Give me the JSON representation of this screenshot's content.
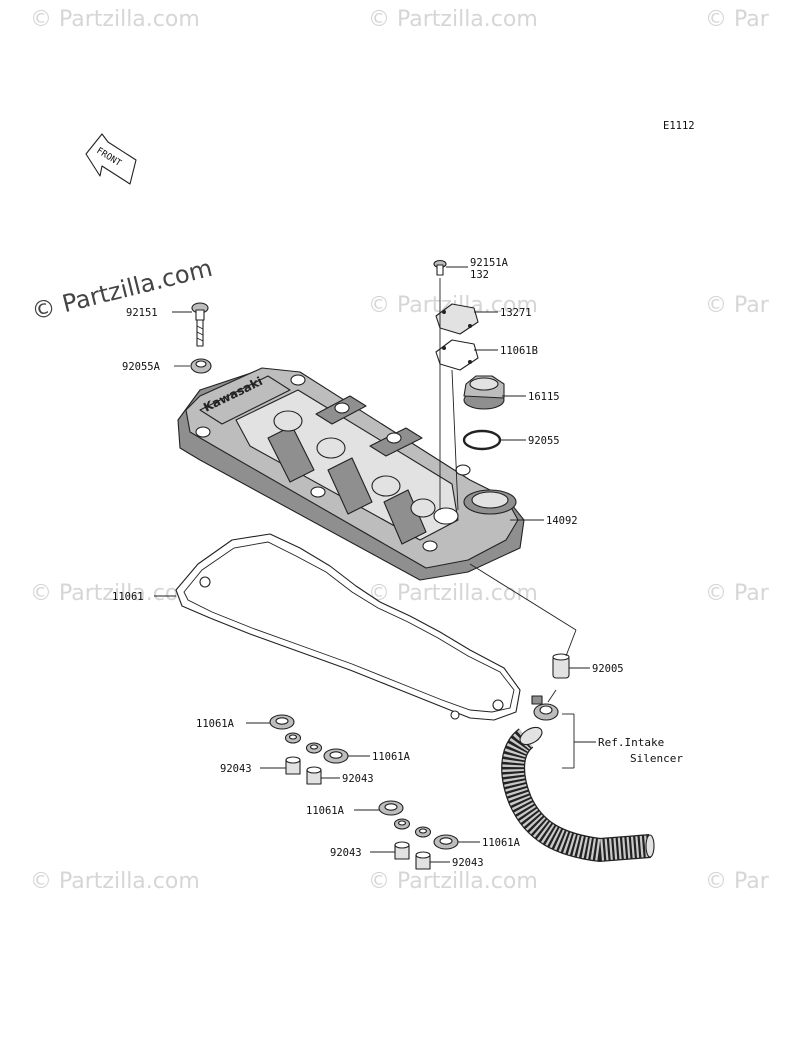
{
  "diagram_code": "E1112",
  "front_arrow_label": "FRONT",
  "brand_mark": "Kawasaki",
  "watermark": "© Partzilla.com",
  "watermark_short": "© Par",
  "labels": {
    "p92151A": "92151A",
    "p132": "132",
    "p13271": "13271",
    "p11061B": "11061B",
    "p16115": "16115",
    "p92055": "92055",
    "p14092": "14092",
    "p92151": "92151",
    "p92055A": "92055A",
    "p11061": "11061",
    "p92005": "92005",
    "ref_line1": "Ref.Intake",
    "ref_line2": "Silencer",
    "p11061A_1": "11061A",
    "p92043_1": "92043",
    "p11061A_2": "11061A",
    "p92043_2": "92043",
    "p11061A_3": "11061A",
    "p92043_3": "92043",
    "p11061A_4": "11061A",
    "p92043_4": "92043"
  }
}
